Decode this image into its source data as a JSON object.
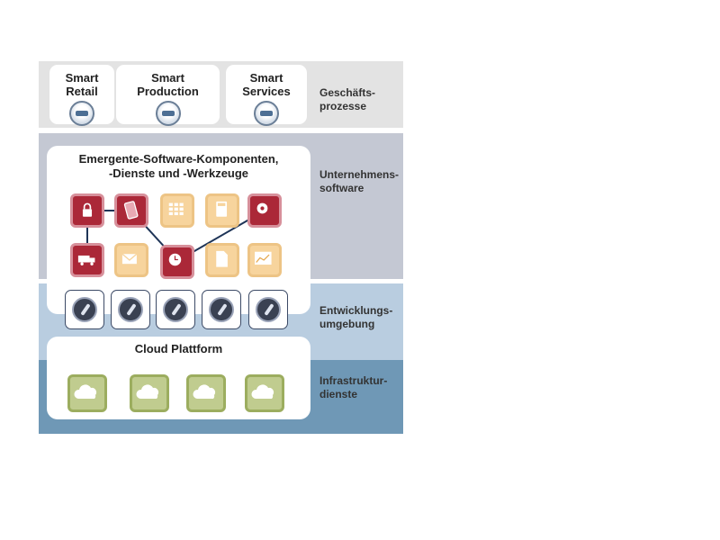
{
  "business_processes": [
    {
      "line1": "Smart",
      "line2": "Retail",
      "icon": "retail-icon"
    },
    {
      "line1": "Smart",
      "line2": "Production",
      "icon": "production-icon"
    },
    {
      "line1": "Smart",
      "line2": "Services",
      "icon": "services-icon"
    }
  ],
  "emergent_box": {
    "title_line1": "Emergente-Software-Komponenten,",
    "title_line2": "-Dienste und -Werkzeuge"
  },
  "software_icons": [
    "lock-icon",
    "phone-icon",
    "calendar-icon",
    "calculator-icon",
    "gear-icon",
    "truck-icon",
    "mail-icon",
    "clock-icon",
    "document-icon",
    "chart-icon"
  ],
  "dev_tools_count": 5,
  "cloud_platform": {
    "title": "Cloud  Plattform",
    "cloud_tiles": 4
  },
  "layers": [
    {
      "line1": "Geschäfts-",
      "line2": "prozesse"
    },
    {
      "line1": "Unternehmens-",
      "line2": "software"
    },
    {
      "line1": "Entwicklungs-",
      "line2": "umgebung"
    },
    {
      "line1": "Infrastruktur-",
      "line2": "dienste"
    }
  ],
  "colors": {
    "band_business": "#e3e3e3",
    "band_software": "#c4c8d3",
    "band_development": "#b9cde0",
    "band_infrastructure": "#6f98b6",
    "tile_red": "#ab2838",
    "tile_orange": "#f7d49d",
    "tile_cloud": "#c0cc8f"
  }
}
